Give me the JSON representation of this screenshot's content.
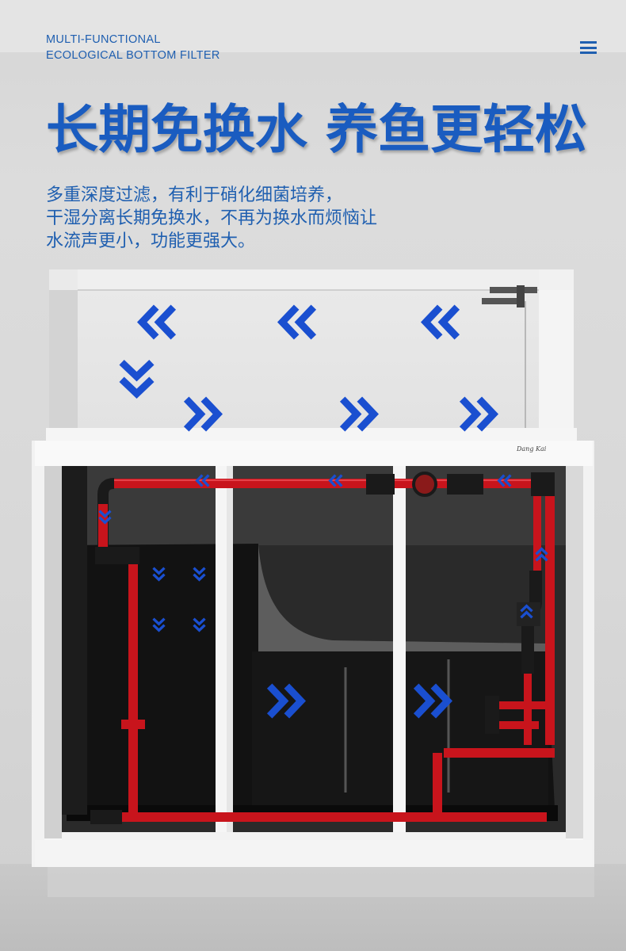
{
  "header": {
    "line1": "MULTI-FUNCTIONAL",
    "line2": "ECOLOGICAL BOTTOM FILTER"
  },
  "headline": "长期免换水 养鱼更轻松",
  "description": [
    "多重深度过滤，有利于硝化细菌培养，",
    "干湿分离长期免换水，不再为换水而烦恼让",
    "水流声更小，功能更强大。"
  ],
  "brand_mark": "Dang Kai",
  "colors": {
    "accent_blue": "#1f5fb0",
    "arrow_blue": "#1a4fd0",
    "pipe_red": "#c8141c"
  },
  "flow_arrows": {
    "tank_top_row": "left",
    "tank_side": "down",
    "tank_bottom_row": "right",
    "cabinet_top_pipe": "left",
    "return_pipe": "up",
    "sump_chambers": "right",
    "intake_column": "down"
  }
}
